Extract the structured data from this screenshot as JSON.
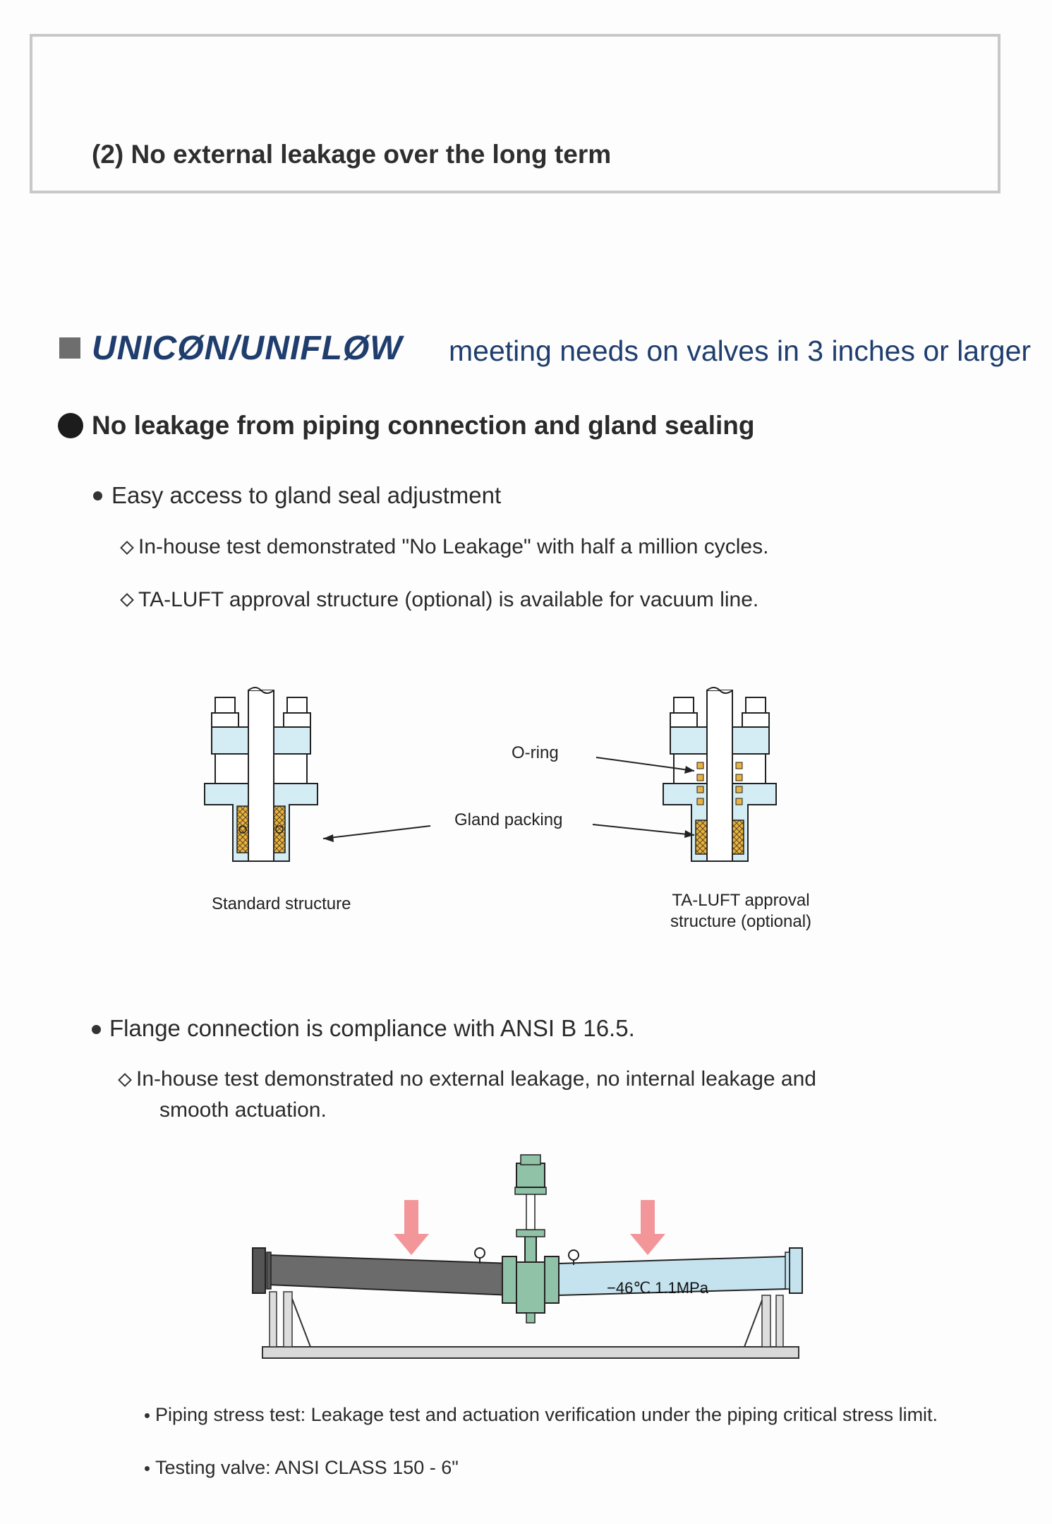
{
  "box": {
    "title": "(2) No external leakage over the long term"
  },
  "section": {
    "brand": "UNICØN/UNIFLØW",
    "heading": "meeting needs on valves in 3 inches or larger",
    "subheading": "No leakage from piping connection and gland sealing"
  },
  "bullets": [
    {
      "text": "Easy access to gland seal adjustment",
      "subs": [
        "In-house test demonstrated \"No Leakage\" with half a million cycles.",
        "TA-LUFT approval structure (optional) is available for vacuum line."
      ]
    },
    {
      "text": "Flange connection is compliance with ANSI B 16.5.",
      "subs": [
        "In-house test demonstrated no external leakage, no internal leakage and",
        "smooth actuation."
      ]
    }
  ],
  "figure1": {
    "label_oring": "O-ring",
    "label_gland": "Gland packing",
    "caption_standard": "Standard structure",
    "caption_taluft_1": "TA-LUFT approval",
    "caption_taluft_2": "structure (optional)"
  },
  "figure2": {
    "test_label": "−46℃  1.1MPa"
  },
  "notes": [
    "Piping stress test: Leakage test and actuation verification under the piping critical stress limit.",
    "Testing valve: ANSI CLASS 150 - 6\""
  ],
  "colors": {
    "brand": "#1f3e6e",
    "pipe_cold": "#c4e3ef",
    "pipe_dark": "#6b6b6b",
    "valve_green": "#8fc2a6",
    "packing": "#e9b340",
    "arrow_pink": "#f2969a"
  }
}
